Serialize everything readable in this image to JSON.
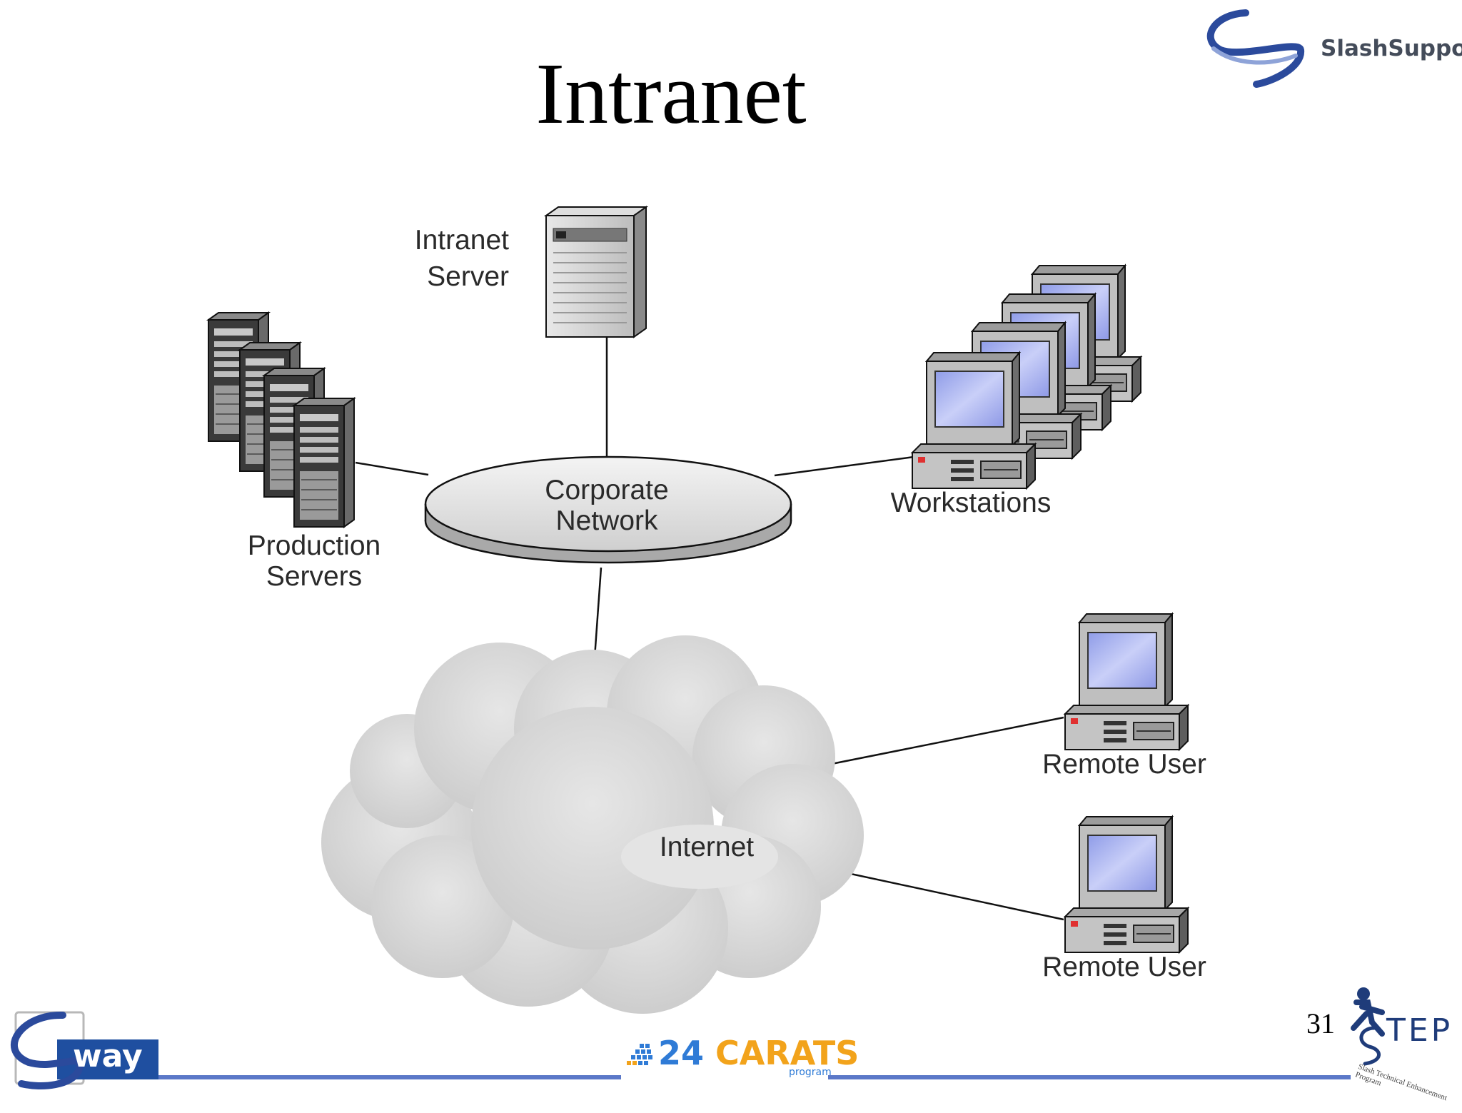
{
  "slide": {
    "title": "Intranet",
    "page_number": "31"
  },
  "diagram": {
    "intranet_server_label_line1": "Intranet",
    "intranet_server_label_line2": "Server",
    "production_servers_line1": "Production",
    "production_servers_line2": "Servers",
    "corporate_network_line1": "Corporate",
    "corporate_network_line2": "Network",
    "workstations_label": "Workstations",
    "internet_label": "Internet",
    "remote_user_1": "Remote User",
    "remote_user_2": "Remote User"
  },
  "branding": {
    "top_right": "SlashSupport",
    "bottom_left": "way",
    "bottom_center_num": "24",
    "bottom_center_word": "CARATS",
    "bottom_center_sub": "program",
    "bottom_right": "TEP",
    "bottom_right_sub": "Slash Technical Enhancement Program"
  },
  "colors": {
    "screen": "#aab4f0",
    "cloud": "#d8d8d8",
    "rule_blue": "#5b78c8",
    "brand_blue": "#2b4a9c"
  }
}
